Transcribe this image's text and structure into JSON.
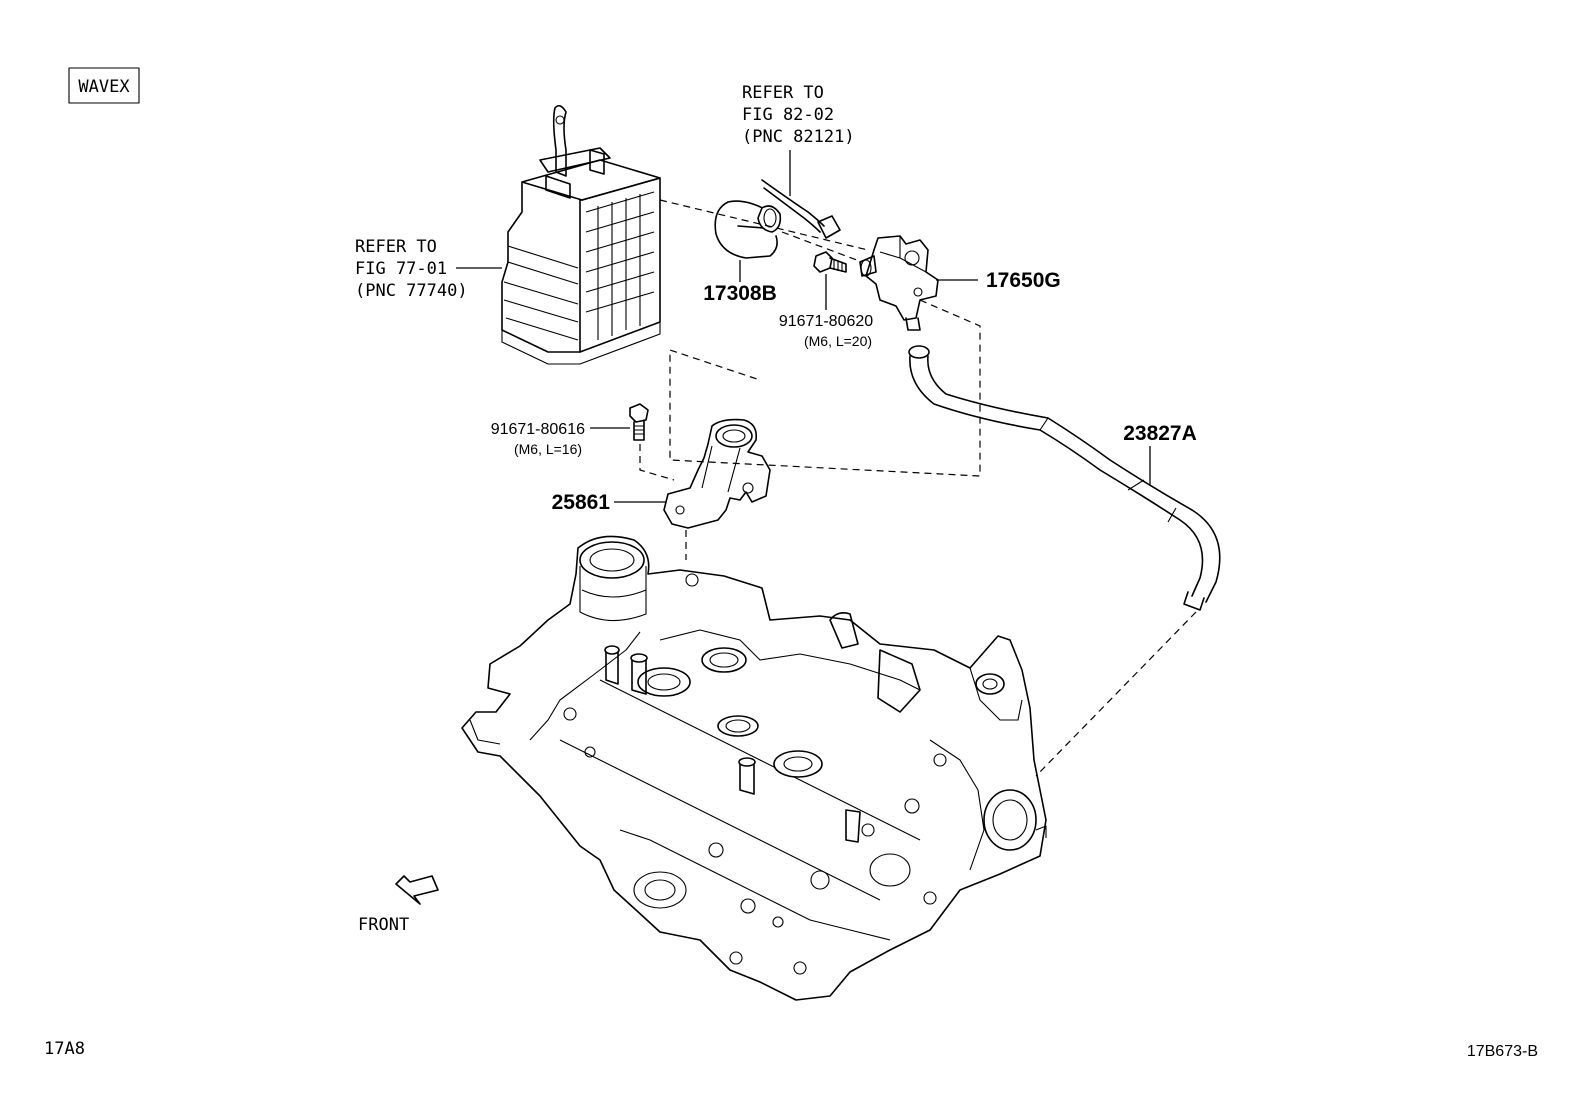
{
  "variant_box": "WAVEX",
  "refs": {
    "canister": [
      "REFER TO",
      "FIG 77-01",
      "(PNC 77740)"
    ],
    "wiring": [
      "REFER TO",
      "FIG 82-02",
      "(PNC 82121)"
    ]
  },
  "parts": {
    "hose_17308b": "17308B",
    "valve_17650g": "17650G",
    "bolt_upper": "91671-80620",
    "bolt_upper_spec": "(M6, L=20)",
    "bolt_lower": "91671-80616",
    "bolt_lower_spec": "(M6, L=16)",
    "bracket_25861": "25861",
    "hose_23827a": "23827A"
  },
  "direction_label": "FRONT",
  "footer": {
    "left_code": "17A8",
    "right_code": "17B673-B"
  }
}
